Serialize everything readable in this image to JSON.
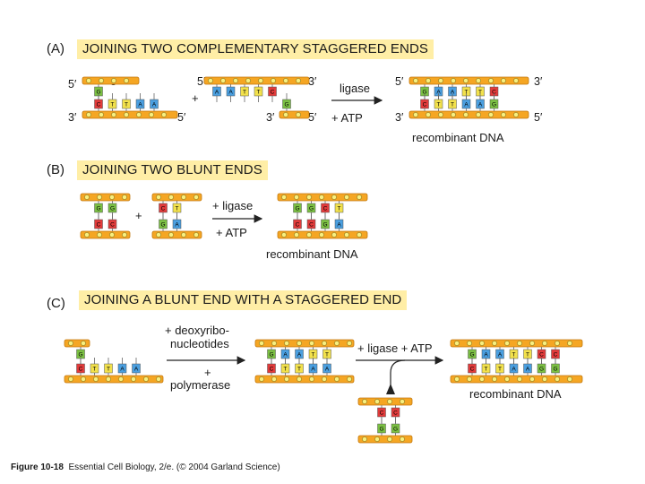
{
  "panels": {
    "a": {
      "label": "(A)",
      "title": "JOINING TWO COMPLEMENTARY STAGGERED ENDS"
    },
    "b": {
      "label": "(B)",
      "title": "JOINING TWO BLUNT ENDS"
    },
    "c": {
      "label": "(C)",
      "title": "JOINING A BLUNT END WITH A STAGGERED END"
    }
  },
  "ends": {
    "five": "5′",
    "three": "3′"
  },
  "text": {
    "plus": "+",
    "ligase": "+ ligase",
    "atp": "+ ATP",
    "ligase_partial": "ligase",
    "ligase_atp": "+ ligase + ATP",
    "recombinant": "recombinant DNA",
    "deoxy_line1": "+ deoxyribo-",
    "deoxy_line2": "nucleotides",
    "polymerase": "polymerase"
  },
  "caption": {
    "figure": "Figure 10-18",
    "source": "Essential Cell Biology, 2/e. (© 2004 Garland Science)"
  },
  "colors": {
    "strand": "#f5a623",
    "G": "#7bc043",
    "C": "#e23b3b",
    "T": "#f2e14c",
    "A": "#4a9fe0",
    "title_bg": "#ffeea6"
  },
  "bases": {
    "a_left_top": [
      "G"
    ],
    "a_left_bottom": [
      "C",
      "T",
      "T",
      "A",
      "A"
    ],
    "a_right_top": [
      "A",
      "A",
      "T",
      "T",
      "C"
    ],
    "a_right_bottom": [
      "G"
    ],
    "a_result_top": [
      "G",
      "A",
      "A",
      "T",
      "T",
      "C"
    ],
    "a_result_bottom": [
      "C",
      "T",
      "T",
      "A",
      "A",
      "G"
    ],
    "b_left_top": [
      "G",
      "G"
    ],
    "b_left_bottom": [
      "C",
      "C"
    ],
    "b_right_top": [
      "C",
      "T"
    ],
    "b_right_bottom": [
      "G",
      "A"
    ],
    "b_result_top": [
      "G",
      "G",
      "C",
      "T"
    ],
    "b_result_bottom": [
      "C",
      "C",
      "G",
      "A"
    ],
    "c_start_top": [
      "G"
    ],
    "c_start_bottom": [
      "C",
      "T",
      "T",
      "A",
      "A"
    ],
    "c_filled_top": [
      "G",
      "A",
      "A",
      "T",
      "T"
    ],
    "c_filled_bottom": [
      "C",
      "T",
      "T",
      "A",
      "A"
    ],
    "c_blunt_top": [
      "C",
      "C"
    ],
    "c_blunt_bottom": [
      "G",
      "G"
    ],
    "c_result_top": [
      "G",
      "A",
      "A",
      "T",
      "T",
      "C",
      "C"
    ],
    "c_result_bottom": [
      "C",
      "T",
      "T",
      "A",
      "A",
      "G",
      "G"
    ]
  }
}
